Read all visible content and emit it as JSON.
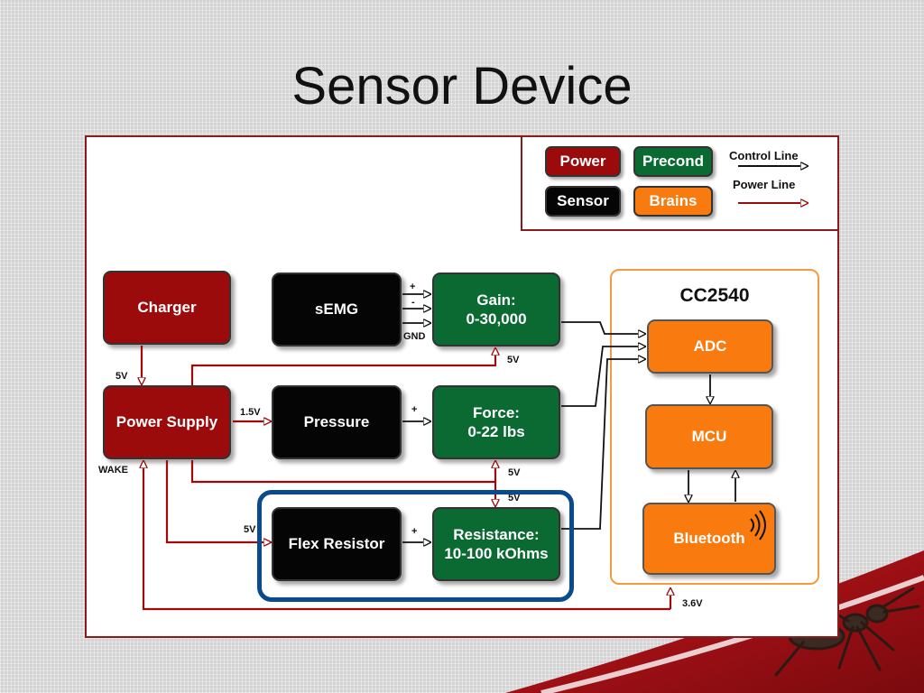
{
  "slide": {
    "title": "Sensor Device"
  },
  "legend": {
    "power": "Power",
    "precond": "Precond",
    "sensor": "Sensor",
    "brains": "Brains",
    "control_line": "Control Line",
    "power_line": "Power Line"
  },
  "blocks": {
    "charger": "Charger",
    "power_supply": "Power Supply",
    "semg": "sEMG",
    "pressure": "Pressure",
    "flex_resistor": "Flex Resistor",
    "gain": "Gain:\n0-30,000",
    "force": "Force:\n0-22 lbs",
    "resistance": "Resistance:\n10-100 kOhms",
    "cc2540": "CC2540",
    "adc": "ADC",
    "mcu": "MCU",
    "bluetooth": "Bluetooth"
  },
  "labels": {
    "charger_5v": "5V",
    "wake": "WAKE",
    "pressure_1_5v": "1.5V",
    "flex_5v": "5V",
    "gain_5v": "5V",
    "force_5v": "5V",
    "resistance_5v": "5V",
    "bluetooth_3_6v": "3.6V",
    "semg_plus": "+",
    "semg_minus": "-",
    "semg_gnd": "GND",
    "pressure_plus": "+",
    "flex_plus": "+"
  },
  "colors": {
    "power": "#9b0b0b",
    "sensor": "#050505",
    "precond": "#0a6a32",
    "brains": "#f97b10",
    "highlight": "#0a4b8e",
    "power_line": "#9b0b0b",
    "control_line": "#111111"
  },
  "icons": {
    "wireless": "wireless-signal-icon",
    "ant": "ant-logo"
  }
}
